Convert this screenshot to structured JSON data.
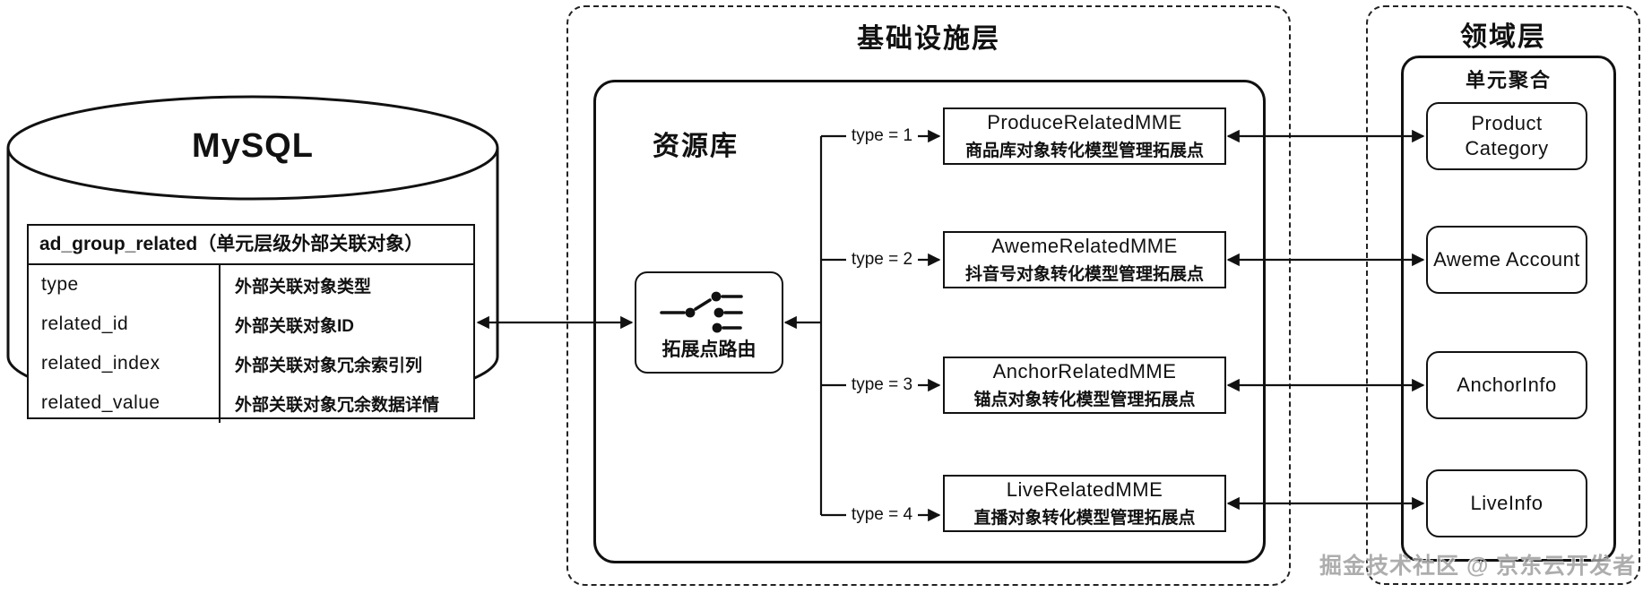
{
  "mysql": {
    "title": "MySQL",
    "table": {
      "header": "ad_group_related（单元层级外部关联对象）",
      "rows": [
        {
          "field": "type",
          "desc": "外部关联对象类型"
        },
        {
          "field": "related_id",
          "desc": "外部关联对象ID"
        },
        {
          "field": "related_index",
          "desc": "外部关联对象冗余索引列"
        },
        {
          "field": "related_value",
          "desc": "外部关联对象冗余数据详情"
        }
      ]
    }
  },
  "infrastructure": {
    "title": "基础设施层",
    "repository": {
      "title": "资源库",
      "router": {
        "label": "拓展点路由"
      },
      "extensions": [
        {
          "condition": "type = 1",
          "name": "ProduceRelatedMME",
          "desc": "商品库对象转化模型管理拓展点"
        },
        {
          "condition": "type = 2",
          "name": "AwemeRelatedMME",
          "desc": "抖音号对象转化模型管理拓展点"
        },
        {
          "condition": "type = 3",
          "name": "AnchorRelatedMME",
          "desc": "锚点对象转化模型管理拓展点"
        },
        {
          "condition": "type = 4",
          "name": "LiveRelatedMME",
          "desc": "直播对象转化模型管理拓展点"
        }
      ]
    }
  },
  "domain": {
    "title": "领域层",
    "aggregate": {
      "title": "单元聚合",
      "entities": [
        {
          "label": "Product Category"
        },
        {
          "label": "Aweme Account"
        },
        {
          "label": "AnchorInfo"
        },
        {
          "label": "LiveInfo"
        }
      ]
    }
  },
  "watermark": "掘金技术社区 @ 京东云开发者",
  "colors": {
    "stroke": "#111111",
    "background": "#ffffff",
    "watermark": "#9f9f9f"
  }
}
